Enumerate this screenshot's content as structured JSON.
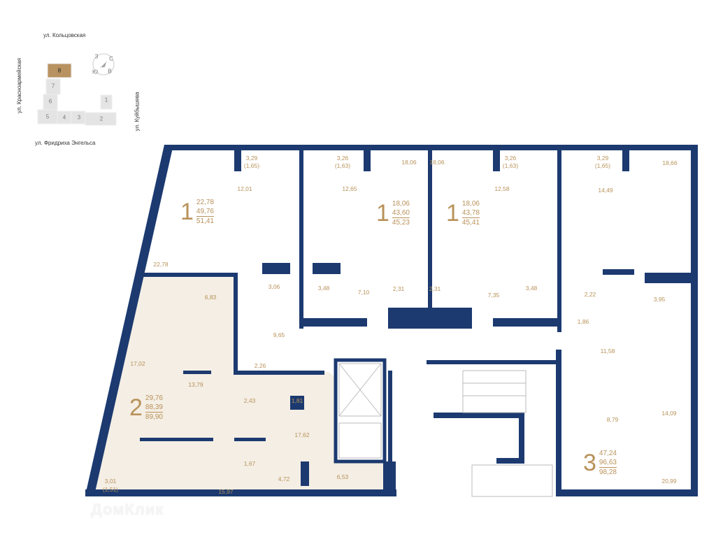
{
  "minimap": {
    "streets": {
      "north": "ул. Кольцовская",
      "west": "ул. Красноармейская",
      "south": "ул. Фридриха Энгельса",
      "east": "ул. Куйбышева"
    },
    "buildings": [
      "1",
      "2",
      "3",
      "4",
      "5",
      "6",
      "7",
      "8"
    ],
    "selected_building": "8",
    "compass": {
      "n": "С",
      "e": "В",
      "s": "Ю",
      "w": "З"
    }
  },
  "colors": {
    "wall": "#1c3a70",
    "label": "#b8925a",
    "highlight_fill": "#f4eee4",
    "selected_building": "#b89260"
  },
  "apartments": [
    {
      "rooms": "1",
      "living": "22,78",
      "total": "49,76",
      "total_with_balcony": "51,41"
    },
    {
      "rooms": "1",
      "living": "18,06",
      "total": "43,60",
      "total_with_balcony": "45,23"
    },
    {
      "rooms": "1",
      "living": "18,06",
      "total": "43,78",
      "total_with_balcony": "45,41"
    },
    {
      "rooms": "2",
      "living": "29,76",
      "total": "88,39",
      "total_with_balcony": "89,90"
    },
    {
      "rooms": "3",
      "living": "47,24",
      "total": "96,63",
      "total_with_balcony": "98,28"
    }
  ],
  "room_areas": [
    "3,29",
    "(1,65)",
    "12,01",
    "3,26",
    "(1,63)",
    "12,65",
    "18,06",
    "18,06",
    "3,26",
    "(1,63)",
    "12,58",
    "3,29",
    "(1,65)",
    "14,49",
    "18,66",
    "22,78",
    "3,06",
    "3,48",
    "7,10",
    "2,31",
    "2,31",
    "7,35",
    "3,48",
    "2,22",
    "3,95",
    "1,86",
    "9,65",
    "11,58",
    "6,83",
    "17,02",
    "13,79",
    "2,26",
    "2,43",
    "1,81",
    "17,62",
    "1,67",
    "4,72",
    "6,53",
    "15,97",
    "3,01",
    "(1,51)",
    "8,79",
    "14,09",
    "20,99"
  ],
  "watermark": "ДомКлик"
}
